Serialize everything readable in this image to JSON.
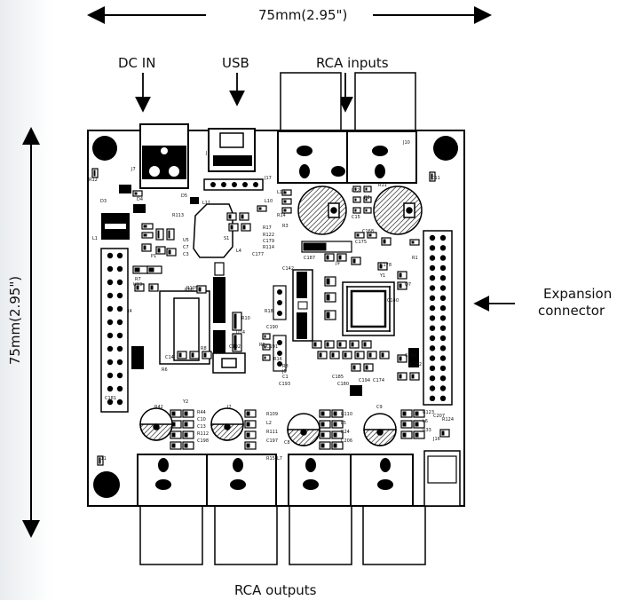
{
  "dimensions": {
    "width_label": "75mm(2.95\")",
    "height_label": "75mm(2.95\")"
  },
  "callouts": {
    "dc_in": "DC IN",
    "usb": "USB",
    "rca_inputs": "RCA inputs",
    "expansion": [
      "Expansion",
      "connector"
    ],
    "rca_outputs": "RCA outputs"
  },
  "silkscreen": [
    "J7",
    "J1",
    "J10",
    "J17",
    "R12",
    "D3",
    "D4",
    "D5",
    "L1",
    "L11",
    "L10",
    "L13",
    "L12",
    "R11",
    "C11",
    "R14",
    "R3",
    "R2",
    "C15",
    "C168",
    "R17",
    "R122",
    "C179",
    "R114",
    "C177",
    "C175",
    "C187",
    "J9",
    "C142",
    "C178",
    "Y1",
    "R1",
    "Q7",
    "R18",
    "C140",
    "J4",
    "U13",
    "R66",
    "R105",
    "P1",
    "R113",
    "U5",
    "C7",
    "C3",
    "R7",
    "R8",
    "R6",
    "C14",
    "C192",
    "U14",
    "L4",
    "S1",
    "Y2",
    "R10",
    "R9",
    "C191",
    "C190",
    "R16",
    "R8",
    "J5",
    "C1",
    "C193",
    "C194",
    "C174",
    "C160",
    "C182",
    "C185",
    "C180",
    "C181",
    "R42",
    "R44",
    "J2",
    "C8",
    "C9",
    "C10",
    "C13",
    "R112",
    "C198",
    "R109",
    "L2",
    "R111",
    "C197",
    "R110",
    "L5",
    "R24",
    "C206",
    "R123",
    "L6",
    "R33",
    "C207",
    "R124",
    "J16",
    "R15",
    "L7",
    "J11",
    "J12",
    "R6"
  ],
  "colors": {
    "board": "#ffffff",
    "outline": "#000000",
    "silk": "#111111",
    "hatch": "#000000"
  }
}
